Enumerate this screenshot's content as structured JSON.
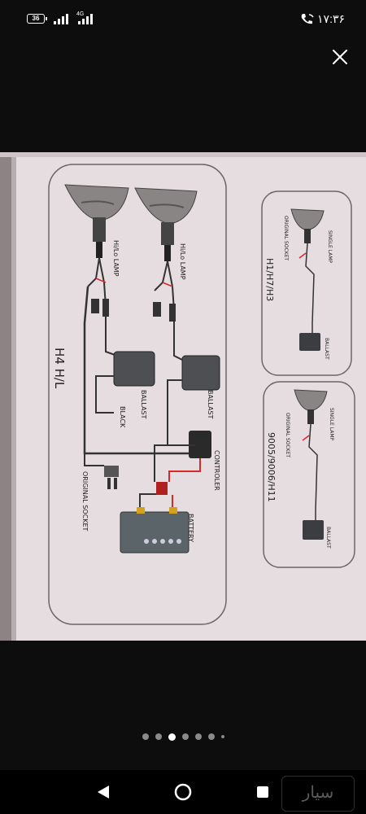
{
  "status_bar": {
    "battery_level": "36",
    "network": "4G",
    "time": "۱۷:۳۶"
  },
  "pager": {
    "total_dots": 7,
    "active_index": 2
  },
  "photo": {
    "diagram_title": "H4 H/L",
    "hilo_lamp_label": "Hi/Lo LAMP",
    "ballast_label": "BALLAST",
    "black_label": "BLACK",
    "controller_label": "CONTROLER",
    "battery_label": "BATTERY",
    "original_socket_label": "ORIGINAL SOCKET",
    "panel_h1": {
      "title": "H1/H7/H3",
      "single_lamp_label": "SINGLE LAMP",
      "original_socket_label": "ORIGINAL SOCKET",
      "ballast_label": "BALLAST"
    },
    "panel_9005": {
      "title": "9005/9006/H11",
      "single_lamp_label": "SINGLE LAMP",
      "original_socket_label": "ORIGINAL SOCKET",
      "ballast_label": "BALLAST"
    }
  },
  "colors": {
    "background": "#0d0d0d",
    "paper": "#e6dde0",
    "border": "#7a6f73",
    "wire_red": "#d42a2a"
  },
  "icons": {
    "close": "close-icon",
    "back": "back-triangle-icon",
    "home": "home-circle-icon",
    "recents": "recents-square-icon"
  },
  "watermark": "سیار"
}
